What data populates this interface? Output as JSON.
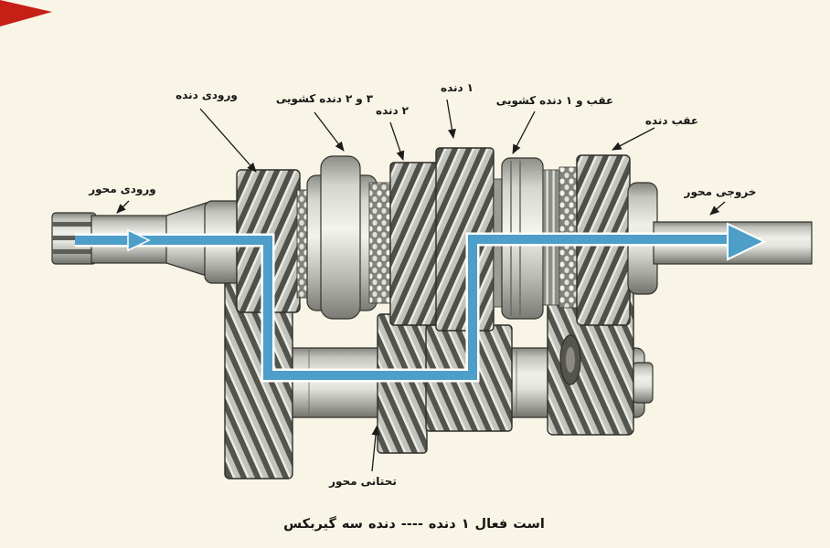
{
  "figure": {
    "type": "technical-diagram",
    "subject": "three-speed gearbox power flow, first gear engaged",
    "caption_words": [
      "گیربکس",
      "سه",
      "دنده",
      "----",
      "دنده",
      "۱",
      "فعال",
      "است"
    ]
  },
  "colors": {
    "background": "#f8f4e6",
    "flow_path": "#4d9ec9",
    "flow_casing": "#ffffff",
    "label_text": "#161614",
    "leader_arrow": "#1b1b19",
    "corner_marker": "#c51f16"
  },
  "labels": {
    "input_shaft": {
      "words": [
        "محور",
        "ورودی"
      ]
    },
    "input_gear": {
      "words": [
        "دنده",
        "ورودی"
      ]
    },
    "sleeve_2_3": {
      "words": [
        "کشویی",
        "دنده",
        "۲",
        "و",
        "۳"
      ]
    },
    "gear_2": {
      "words": [
        "دنده",
        "۲"
      ]
    },
    "gear_1": {
      "words": [
        "دنده",
        "۱"
      ]
    },
    "sleeve_1_rev": {
      "words": [
        "کشویی",
        "دنده",
        "۱",
        "و",
        "عقب"
      ]
    },
    "reverse_gear": {
      "words": [
        "دنده",
        "عقب"
      ]
    },
    "output_shaft": {
      "words": [
        "محور",
        "خروجی"
      ]
    },
    "countershaft": {
      "words": [
        "محور",
        "تحتانی"
      ]
    }
  }
}
